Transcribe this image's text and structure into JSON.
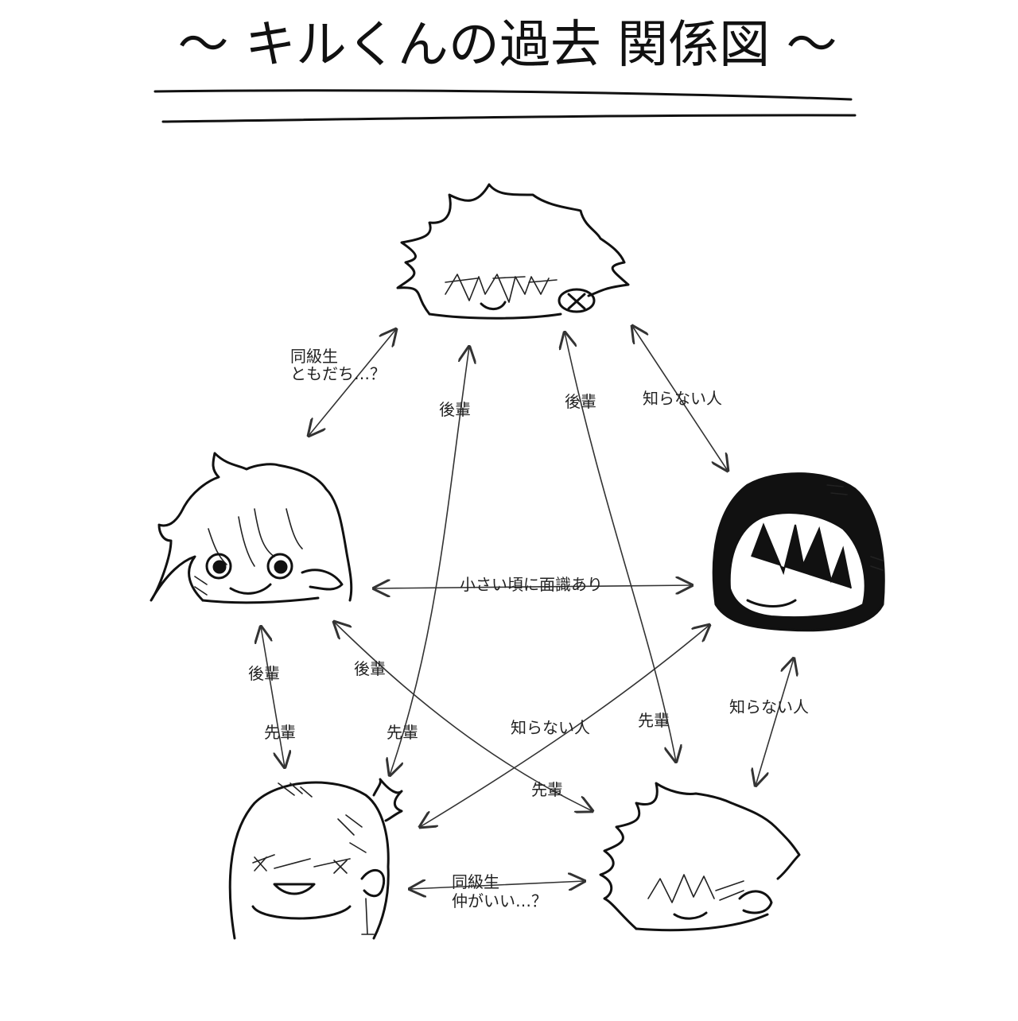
{
  "title": "〜 キルくんの過去 関係図 〜",
  "labels": {
    "top_left_edge_1": "同級生",
    "top_left_edge_2": "ともだち…？",
    "top_to_bottom_left": "後輩",
    "top_to_bottom_right": "後輩",
    "top_right_edge": "知らない人",
    "left_right_edge": "小さい頃に面識あり",
    "left_down_1": "後輩",
    "left_down_2": "先輩",
    "left_to_bottom_right": "後輩",
    "bottom_left_up": "先輩",
    "bottom_left_to_right": "知らない人",
    "bottom_right_up": "先輩",
    "right_down": "知らない人",
    "left_to_bottom_right_2": "先輩",
    "bottom_edge_1": "同級生",
    "bottom_edge_2": "仲がいい…？"
  }
}
